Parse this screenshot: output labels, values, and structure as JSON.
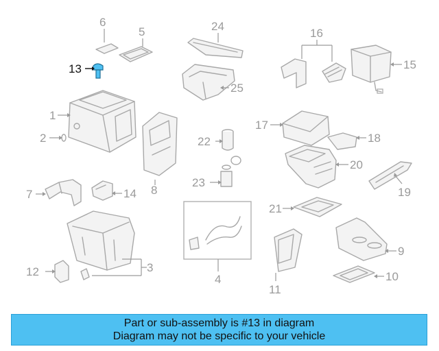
{
  "callouts": {
    "c1": "1",
    "c2": "2",
    "c3": "3",
    "c4": "4",
    "c5": "5",
    "c6": "6",
    "c7": "7",
    "c8": "8",
    "c9": "9",
    "c10": "10",
    "c11": "11",
    "c12": "12",
    "c13": "13",
    "c14": "14",
    "c15": "15",
    "c16": "16",
    "c17": "17",
    "c18": "18",
    "c19": "19",
    "c20": "20",
    "c21": "21",
    "c22": "22",
    "c23": "23",
    "c24": "24",
    "c25": "25"
  },
  "highlight": {
    "part": "13",
    "color": "#4ec0f2"
  },
  "banner": {
    "line1": "Part or sub-assembly is #13 in diagram",
    "line2": "Diagram may not be specific to your vehicle",
    "background": "#4ec0f2"
  }
}
